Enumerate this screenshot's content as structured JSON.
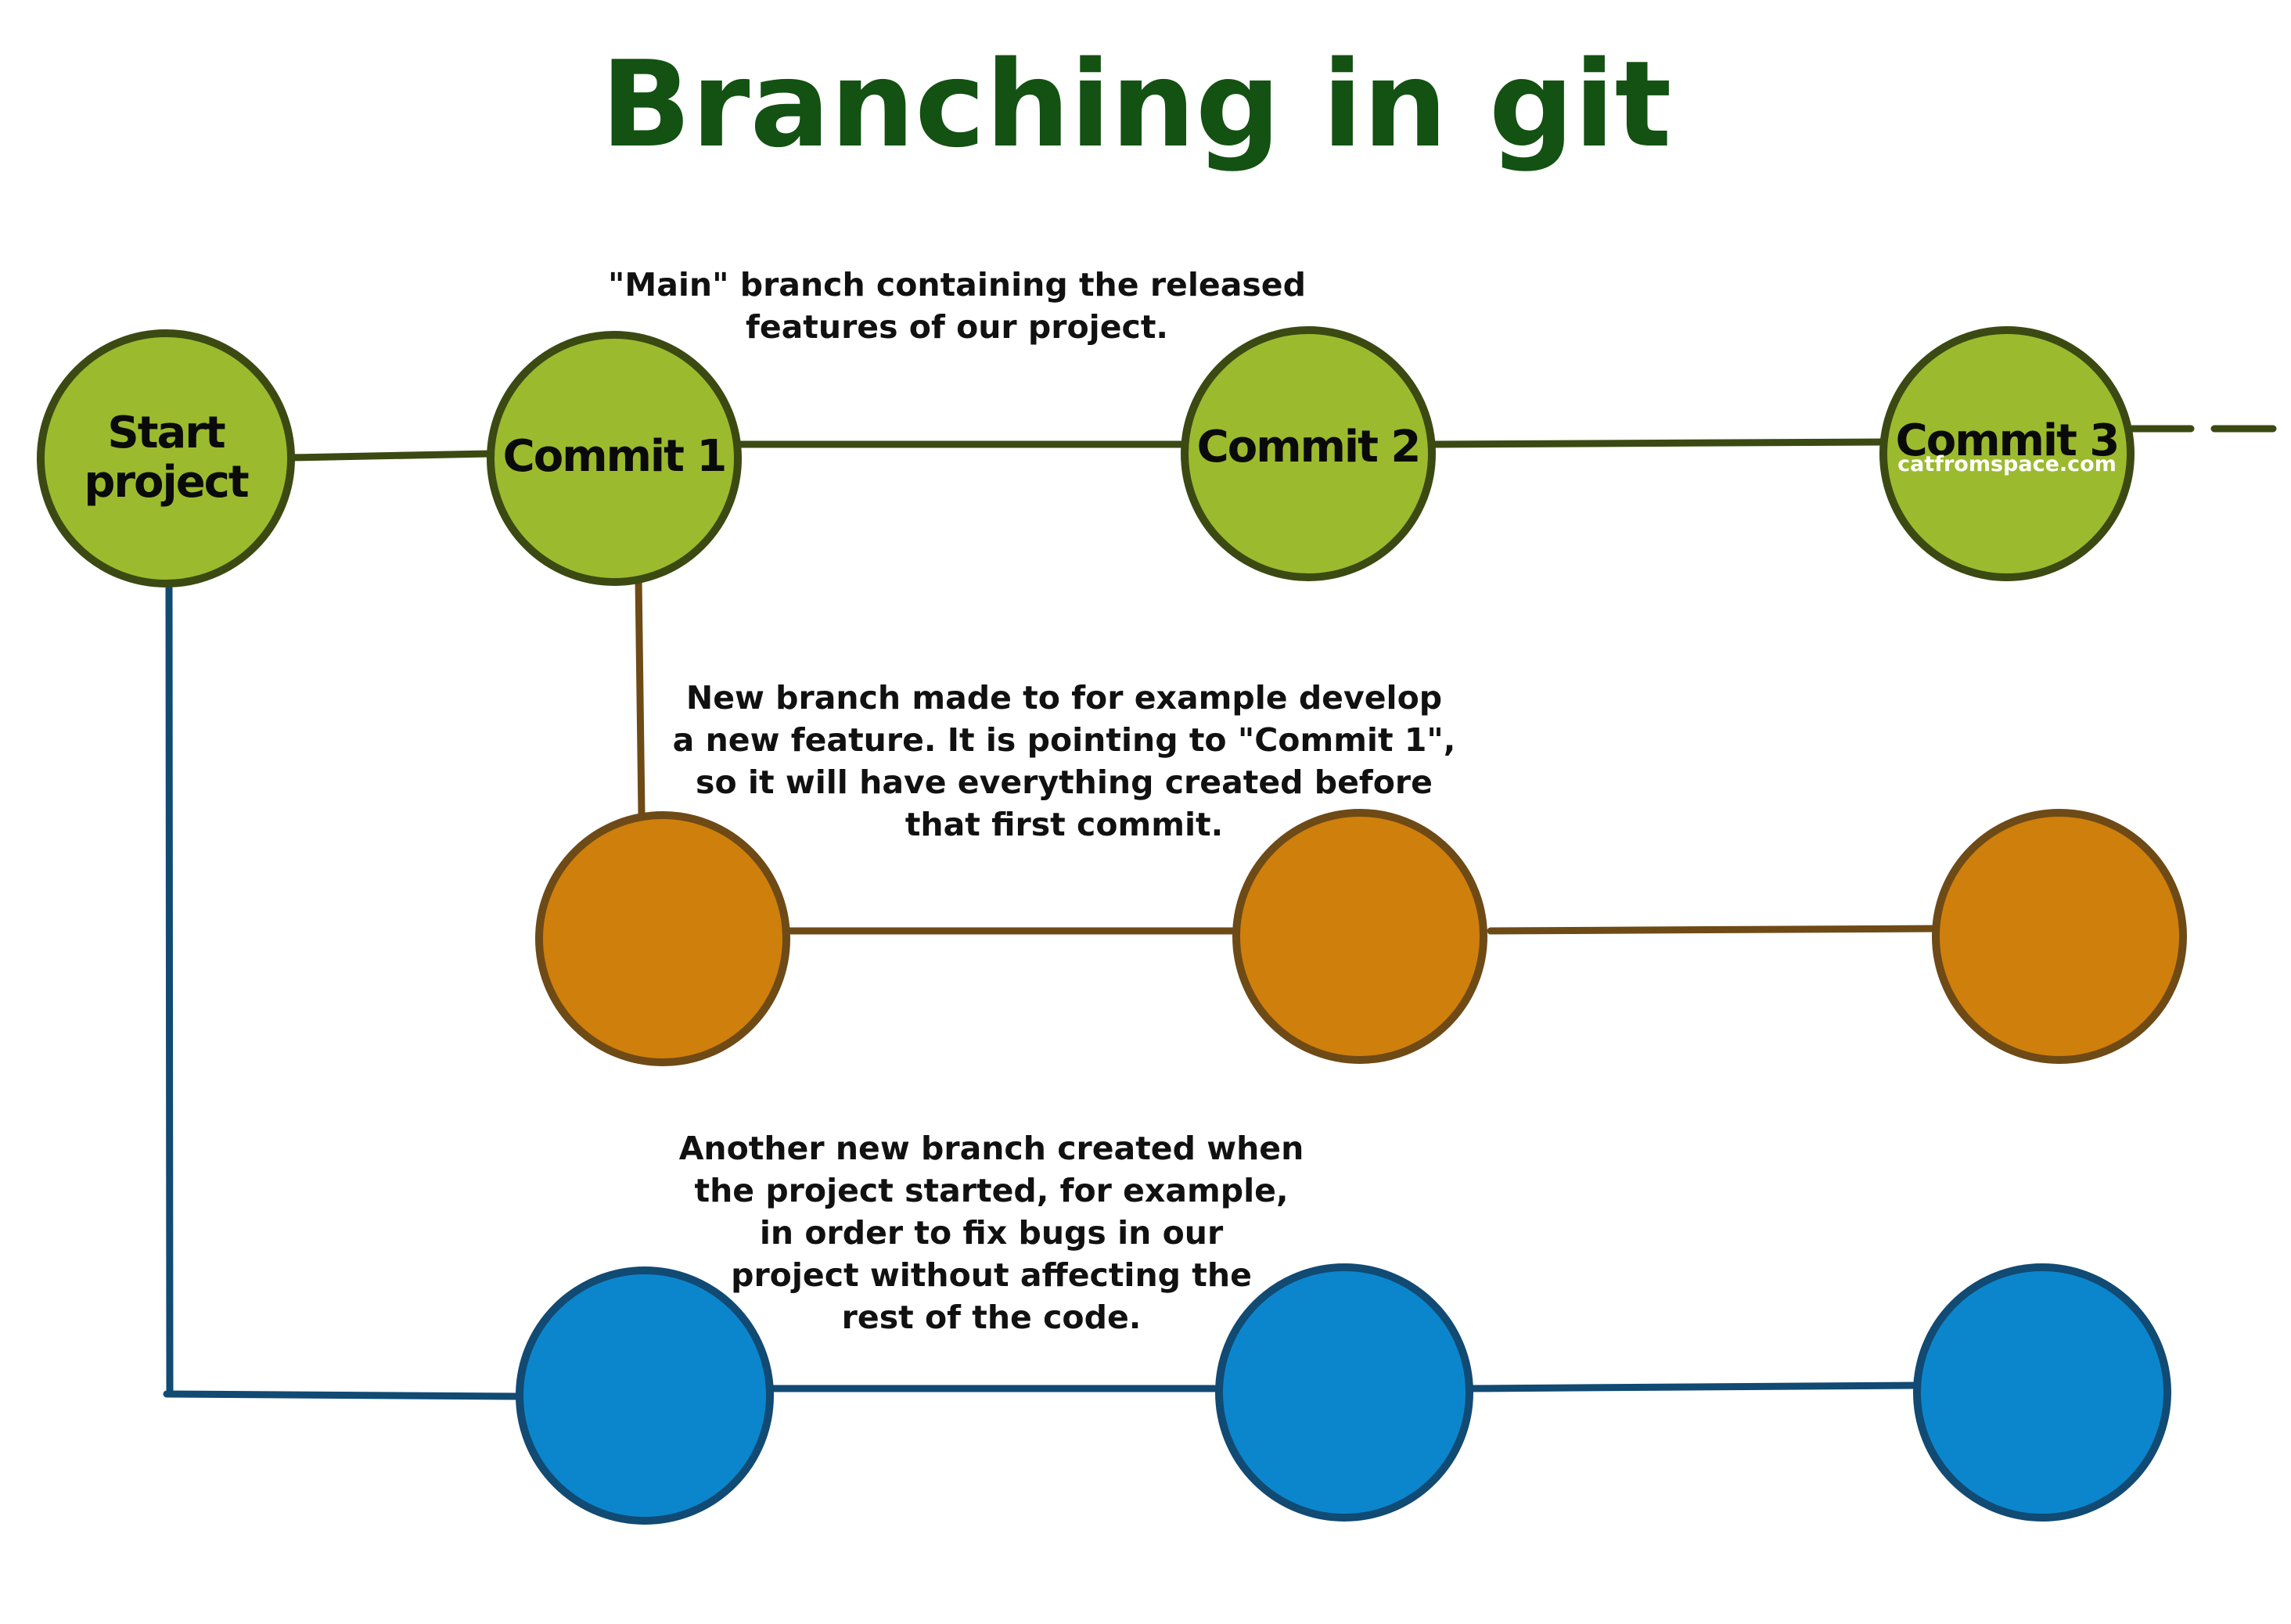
{
  "title": "Branching in git",
  "colors": {
    "title": "#135212",
    "main_fill": "#9cba2e",
    "main_stroke": "#3b4a12",
    "feature_fill": "#cf7f0b",
    "feature_stroke": "#6e4a16",
    "bugfix_fill": "#0b86cc",
    "bugfix_stroke": "#114a73"
  },
  "captions": {
    "main": [
      "\"Main\" branch containing the released",
      "features of our project."
    ],
    "feature": [
      "New branch made to for example develop",
      "a new feature. It is pointing to \"Commit 1\",",
      "so it will have everything created before",
      "that first commit."
    ],
    "bugfix": [
      "Another new branch created when",
      "the project started, for example,",
      "in order to fix bugs in our",
      "project without affecting the",
      "rest of the code."
    ]
  },
  "main_branch": {
    "start_label": [
      "Start",
      "project"
    ],
    "commits": [
      "Commit 1",
      "Commit 2",
      "Commit 3"
    ]
  },
  "watermark": "catfromspace.com"
}
